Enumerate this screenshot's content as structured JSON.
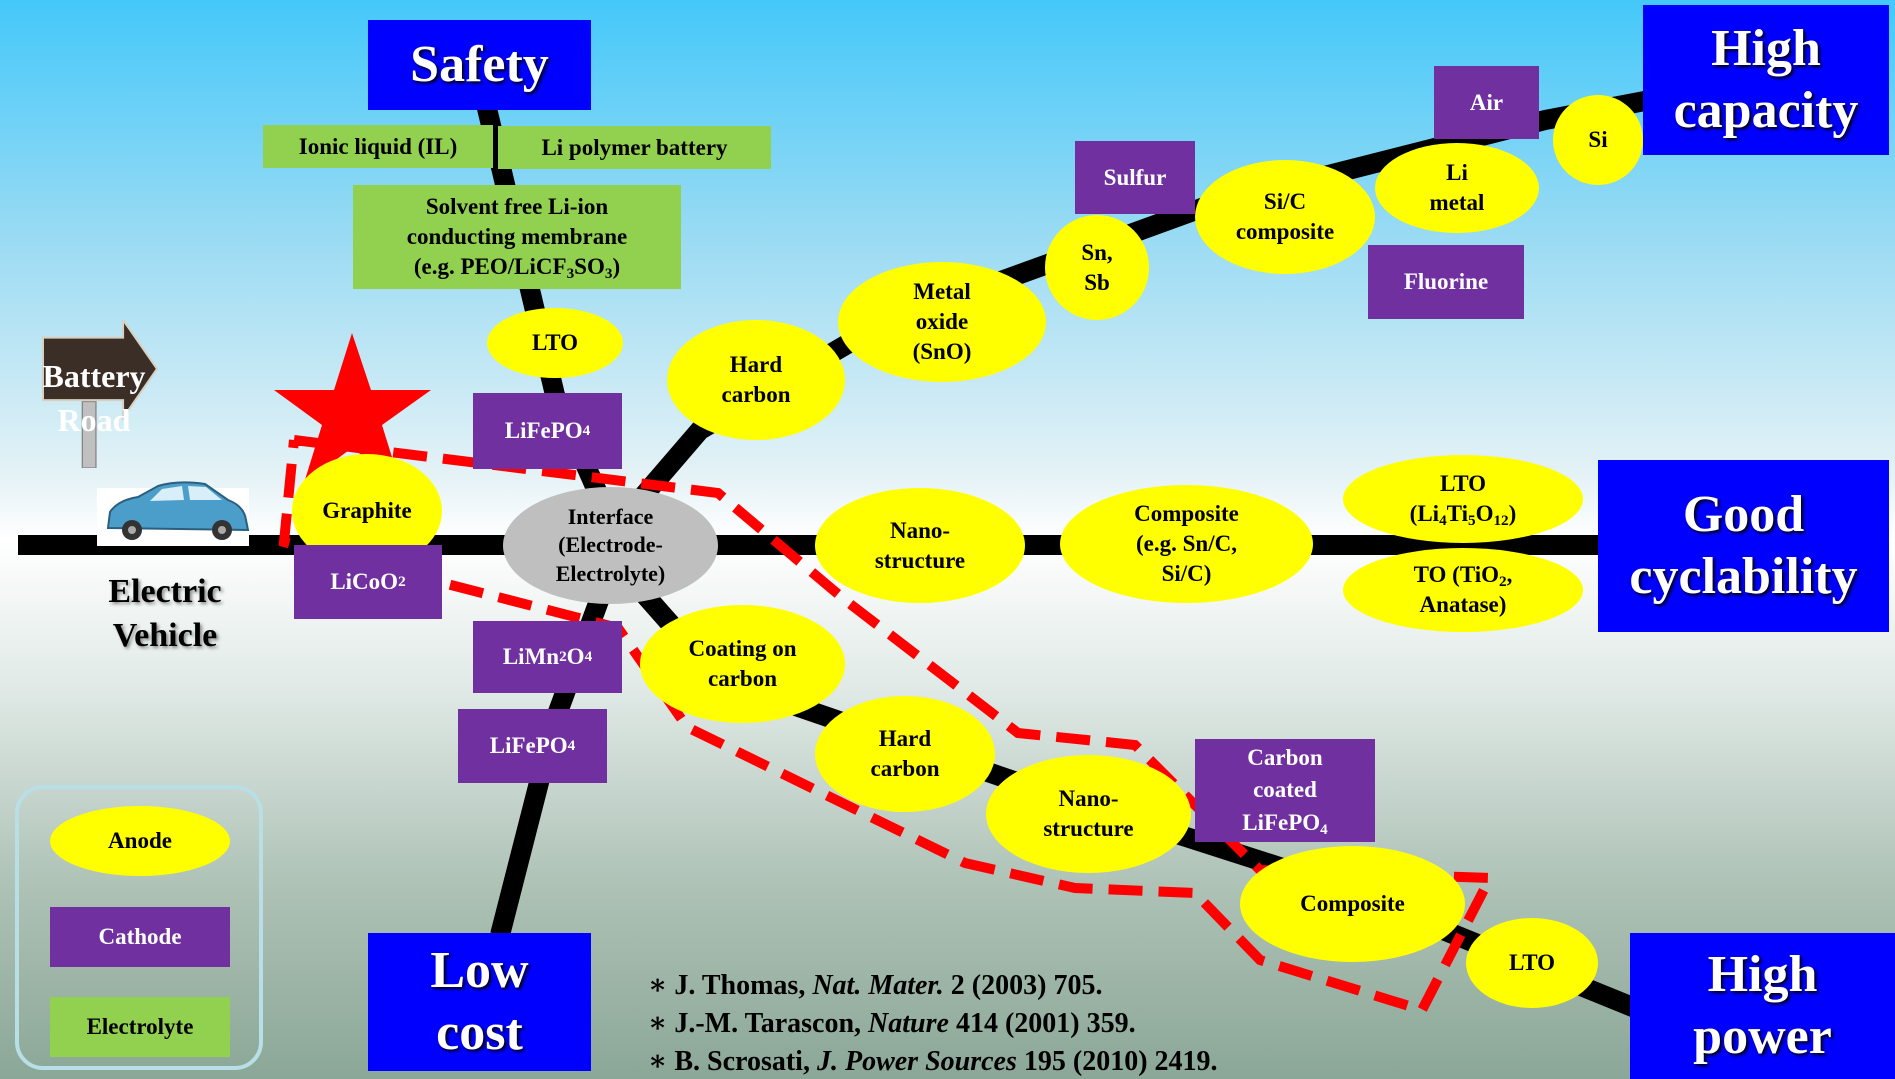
{
  "sign": {
    "line1": "Battery",
    "line2": "Road"
  },
  "ev_label": {
    "line1": "Electric",
    "line2": "Vehicle"
  },
  "goals": {
    "safety": "Safety",
    "high_capacity": {
      "line1": "High",
      "line2": "capacity"
    },
    "good_cyclability": {
      "line1": "Good",
      "line2": "cyclability"
    },
    "low_cost": {
      "line1": "Low",
      "line2": "cost"
    },
    "high_power": {
      "line1": "High",
      "line2": "power"
    }
  },
  "electrolytes": {
    "ionic_liquid": "Ionic liquid  (IL)",
    "li_polymer": "Li polymer battery",
    "membrane": {
      "line1": "Solvent free Li-ion",
      "line2": "conducting membrane",
      "line3_pre": "(e.g. PEO/LiCF",
      "sub1": "3",
      "mid": "SO",
      "sub2": "3",
      "post": ")"
    }
  },
  "anodes": {
    "lto_top": "LTO",
    "graphite": "Graphite",
    "hard_carbon_up": {
      "line1": "Hard",
      "line2": "carbon"
    },
    "metal_oxide": {
      "line1": "Metal",
      "line2": "oxide",
      "line3": "(SnO)"
    },
    "sn_sb": {
      "line1": "Sn,",
      "line2": "Sb"
    },
    "si_c": {
      "line1": "Si/C",
      "line2": "composite"
    },
    "li_metal": {
      "line1": "Li",
      "line2": "metal"
    },
    "si": "Si",
    "nano_mid": {
      "line1": "Nano-",
      "line2": "structure"
    },
    "composite_mid": {
      "line1": "Composite",
      "line2": "(e.g. Sn/C,",
      "line3": "Si/C)"
    },
    "lto_mid": {
      "line1": "LTO",
      "line2_pre": "(Li",
      "s1": "4",
      "m1": "Ti",
      "s2": "5",
      "m2": "O",
      "s3": "12",
      "post": ")"
    },
    "to_mid": {
      "line1_pre": "TO (TiO",
      "s1": "2",
      "line1_post": ",",
      "line2": "Anatase)"
    },
    "coating": {
      "line1": "Coating on",
      "line2": "carbon"
    },
    "hard_carbon_low": {
      "line1": "Hard",
      "line2": "carbon"
    },
    "nano_low": {
      "line1": "Nano-",
      "line2": "structure"
    },
    "composite_low": "Composite",
    "lto_low": "LTO"
  },
  "cathodes": {
    "lifepo4_top": {
      "pre": "LiFePO",
      "sub": "4"
    },
    "licoo2": {
      "pre": "LiCoO",
      "sub": "2"
    },
    "limn2o4": {
      "a": "LiMn",
      "s1": "2",
      "b": "O",
      "s2": "4"
    },
    "lifepo4_low": {
      "pre": "LiFePO",
      "sub": "4"
    },
    "sulfur": "Sulfur",
    "air": "Air",
    "fluorine": "Fluorine",
    "carbon_coated": {
      "line1": "Carbon",
      "line2": "coated",
      "line3_pre": "LiFePO",
      "sub": "4"
    }
  },
  "interface": {
    "line1": "Interface",
    "line2": "(Electrode-",
    "line3": "Electrolyte)"
  },
  "legend": {
    "anode": "Anode",
    "cathode": "Cathode",
    "electrolyte": "Electrolyte"
  },
  "references": [
    {
      "bullet": "∗",
      "author": "J. Thomas, ",
      "journal": "Nat. Mater.",
      "rest": " 2 (2003) 705."
    },
    {
      "bullet": "∗",
      "author": "J.-M. Tarascon, ",
      "journal": "Nature",
      "rest": "  414 (2001) 359."
    },
    {
      "bullet": "∗",
      "author": "B. Scrosati, ",
      "journal": "J. Power Sources",
      "rest": " 195 (2010) 2419."
    }
  ],
  "colors": {
    "anode": "#ffff00",
    "cathode": "#7030a0",
    "electrolyte": "#92d050",
    "goal": "#0000ff",
    "interface": "#bfbfbf",
    "highlight": "#ff0000"
  },
  "icons": [
    "star-icon",
    "car-icon",
    "signpost-icon"
  ]
}
